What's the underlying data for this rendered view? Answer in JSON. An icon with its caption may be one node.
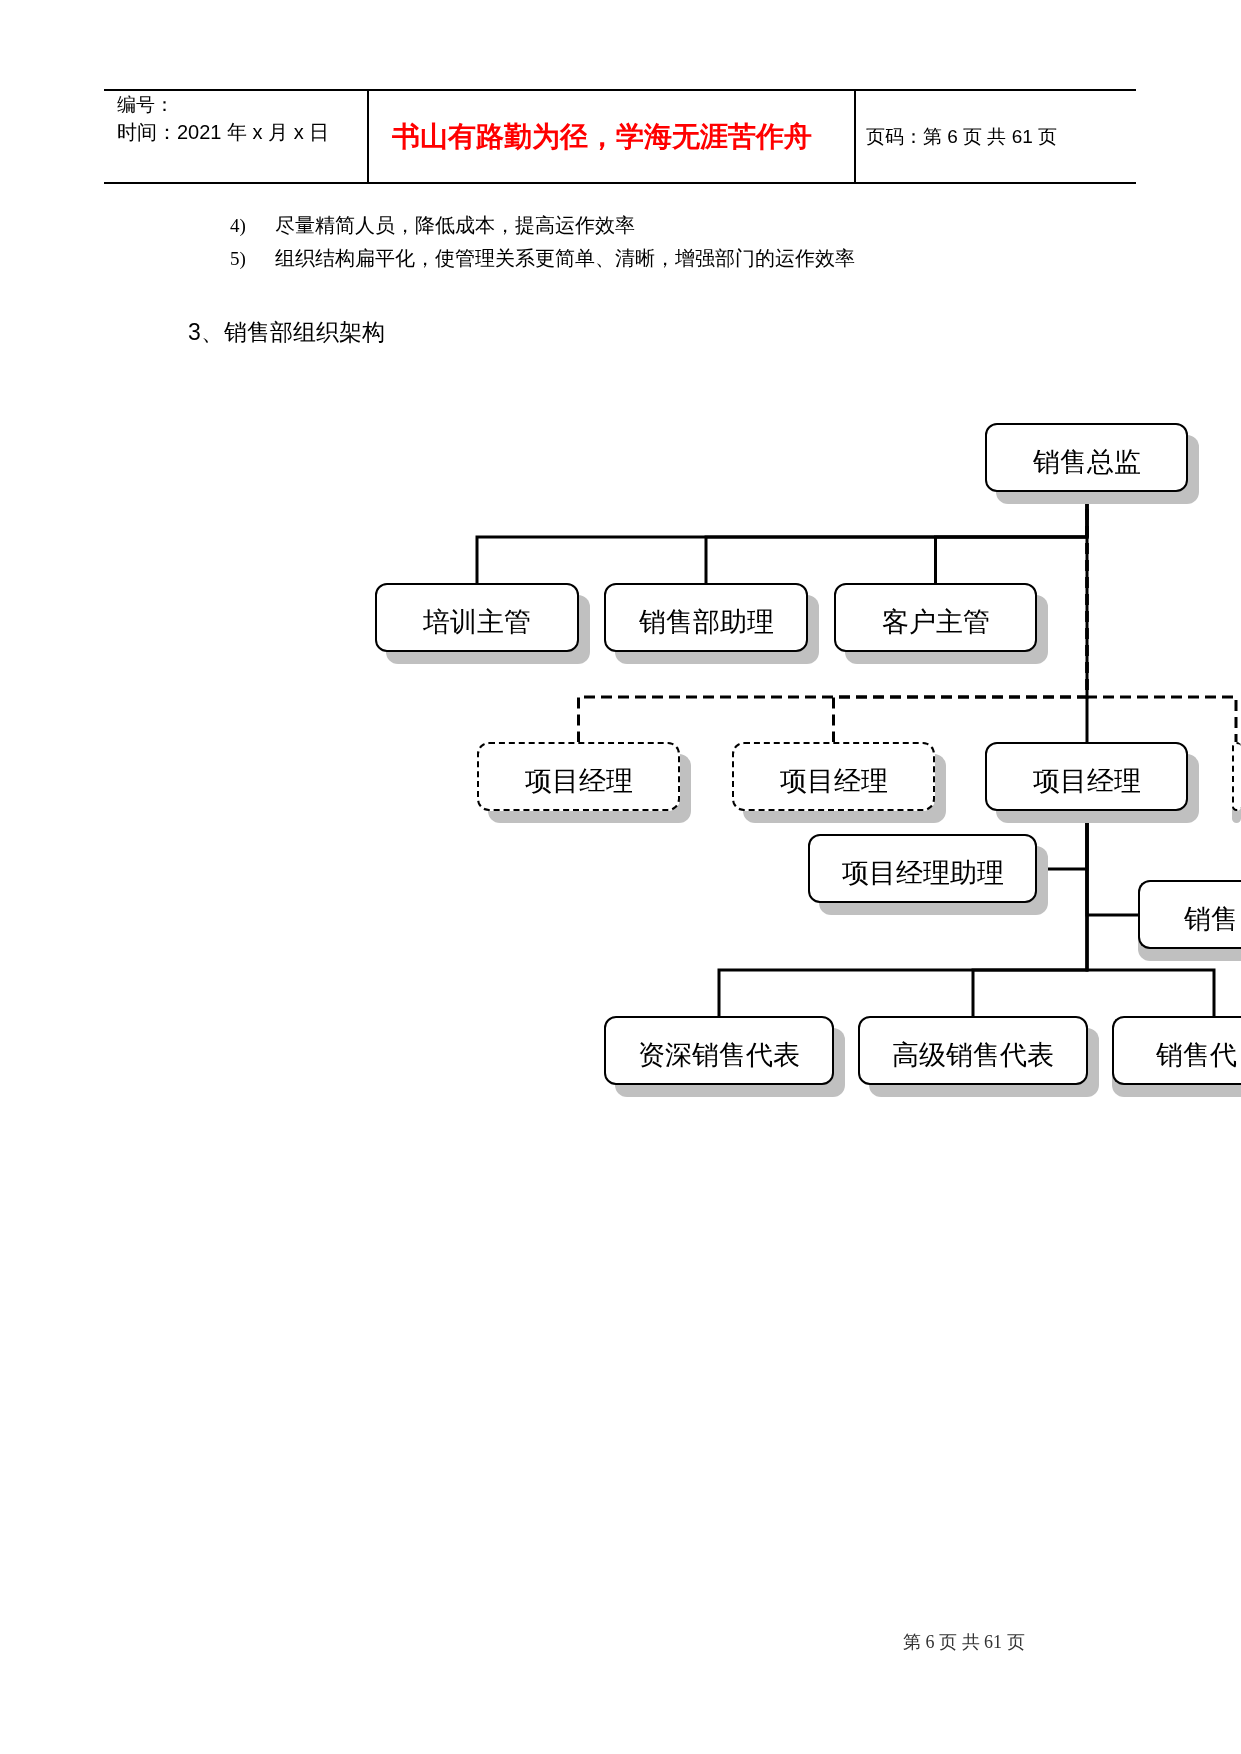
{
  "diagram": {
    "nodes": [
      {
        "text": [
          "销售总监"
        ]
      },
      {
        "text": [
          "培训主管"
        ]
      },
      {
        "text": [
          "销售部助理"
        ]
      },
      {
        "text": [
          "客户主管"
        ]
      },
      {
        "text": [
          "项目经理"
        ]
      },
      {
        "text": [
          "项目经理"
        ]
      },
      {
        "text": [
          "项目经理"
        ]
      },
      {
        "text": [],
        "shape": "box"
      },
      {
        "text": [
          "项目经理助理"
        ]
      },
      {
        "text": [
          "销售"
        ]
      },
      {
        "text": [
          "资深销售代表"
        ]
      },
      {
        "text": [
          "高级销售代表"
        ]
      },
      {
        "text": [
          "销售代"
        ]
      }
    ],
    "edges": [
      {
        "from": 0,
        "to": 1,
        "arrow": "none"
      },
      {
        "from": 0,
        "to": 2,
        "arrow": "none"
      },
      {
        "from": 0,
        "to": 3,
        "arrow": "none"
      },
      {
        "from": 0,
        "to": 4,
        "arrow": "none",
        "style": "dashed"
      },
      {
        "from": 0,
        "to": 5,
        "arrow": "none",
        "style": "dashed"
      },
      {
        "from": 0,
        "to": 6,
        "arrow": "none"
      },
      {
        "from": 0,
        "to": 7,
        "arrow": "none",
        "style": "dashed"
      },
      {
        "from": 6,
        "to": 8,
        "arrow": "none"
      },
      {
        "from": 6,
        "to": 9,
        "arrow": "none"
      },
      {
        "from": 6,
        "to": 10,
        "arrow": "none"
      },
      {
        "from": 6,
        "to": 11,
        "arrow": "none"
      },
      {
        "from": 6,
        "to": 12,
        "arrow": "none"
      }
    ],
    "labels": [
      "编号：",
      "时间：2021 年 x 月 x 日",
      "书山有路勤为径，学海无涯苦作舟",
      "页码：第 6 页 共 61 页",
      "4)",
      "尽量精简人员，降低成本，提高运作效率",
      "5)",
      "组织结构扁平化，使管理关系更简单、清晰，增强部门的运作效率",
      "3、销售部组织架构",
      "第 6 页 共 61 页"
    ]
  }
}
